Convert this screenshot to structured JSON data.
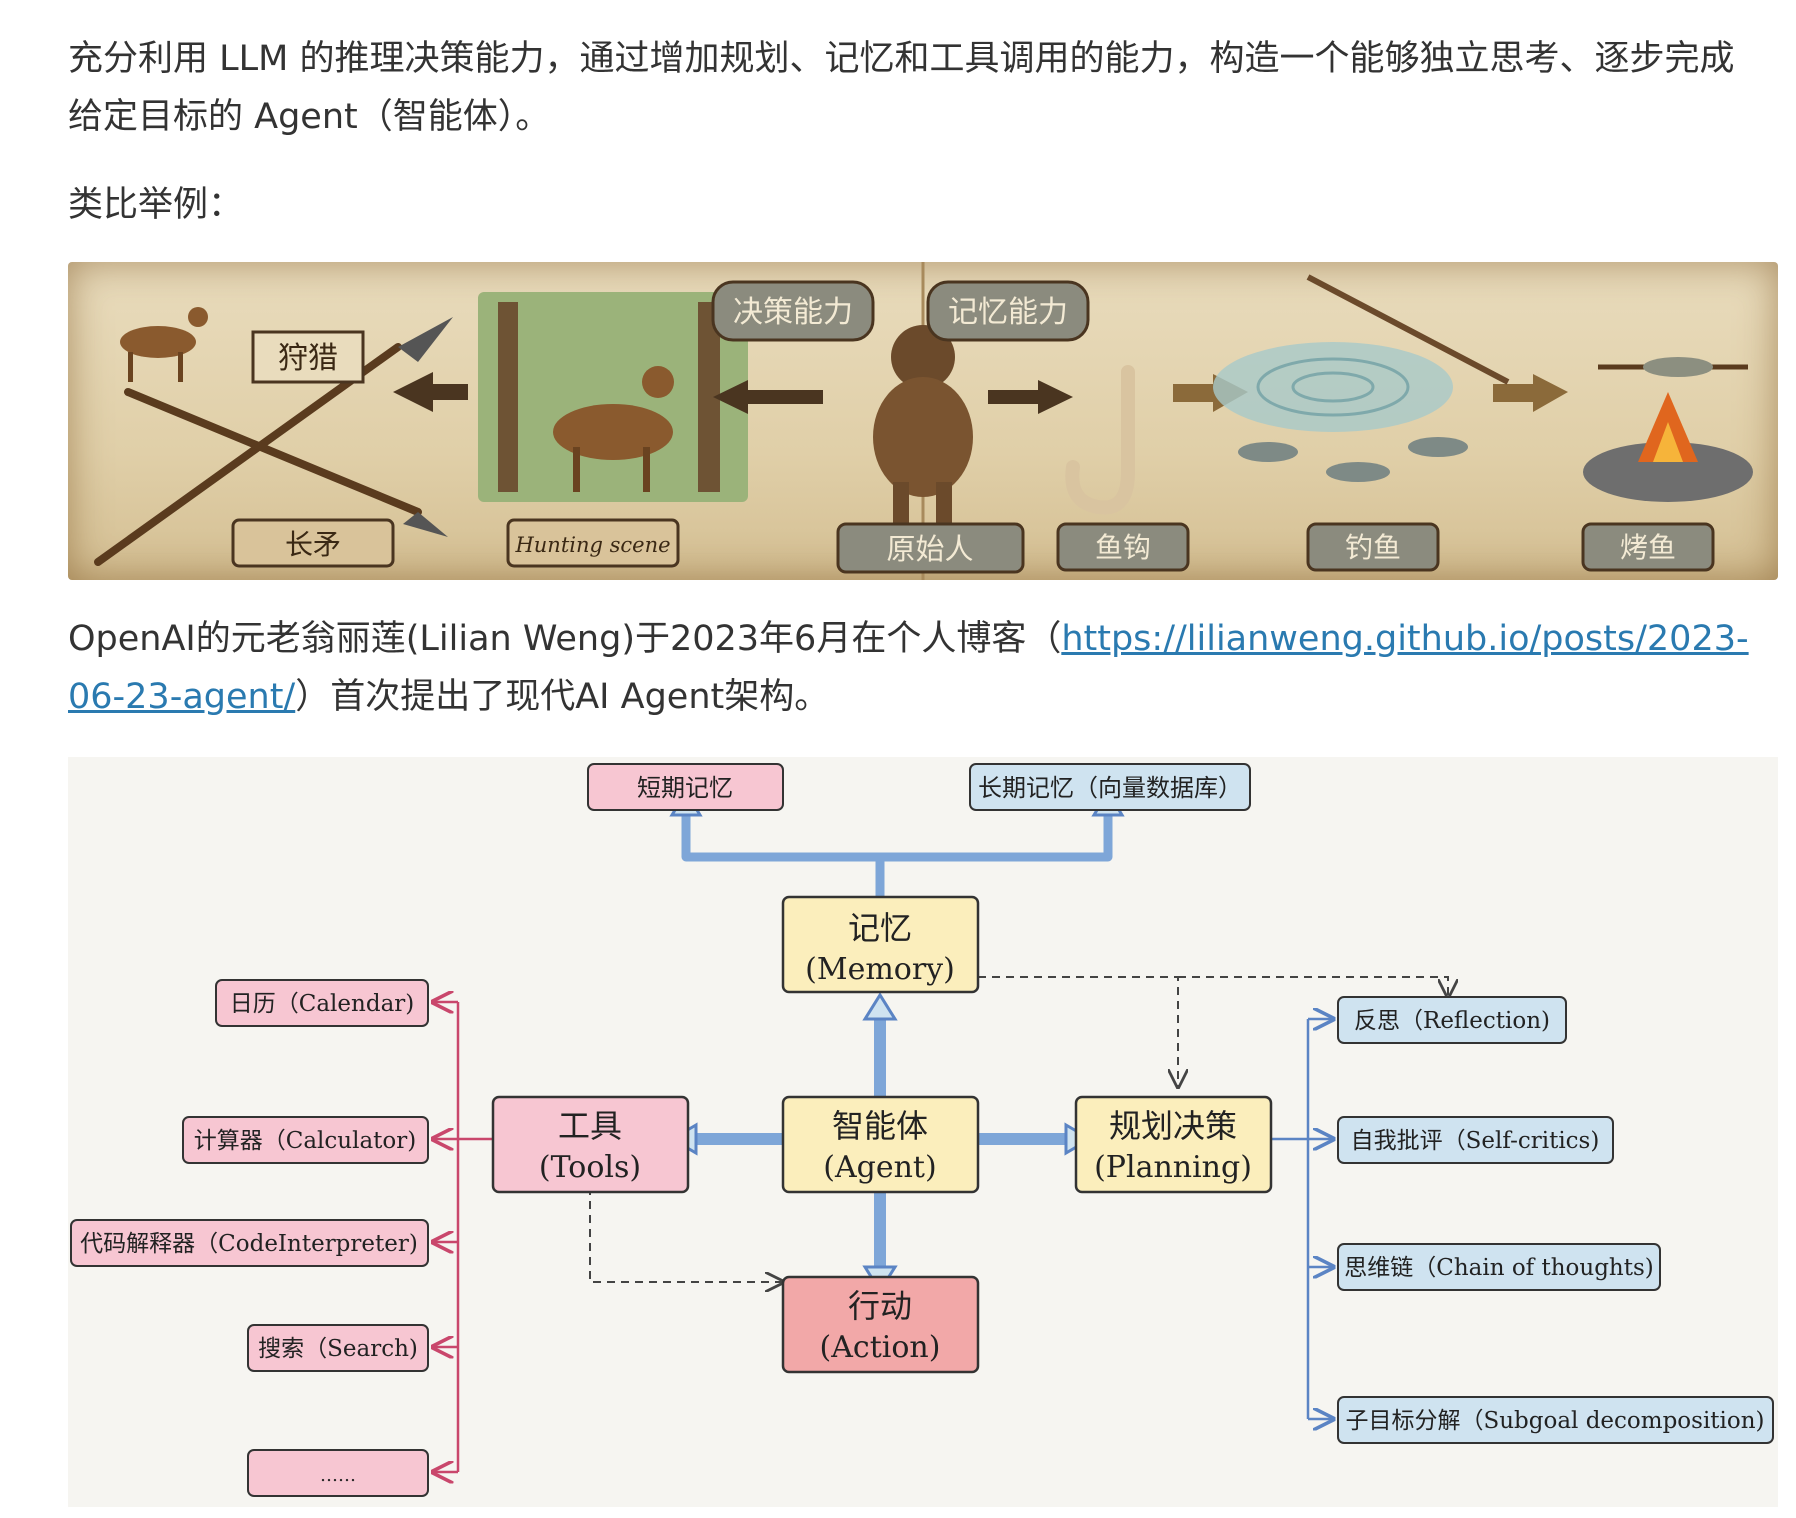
{
  "article": {
    "intro_text": "充分利用 LLM 的推理决策能力，通过增加规划、记忆和工具调用的能力，构造一个能够独立思考、逐步完成给定目标的 Agent（智能体）。",
    "analogy_heading": "类比举例：",
    "source_prefix": "OpenAI的元老翁丽莲(Lilian Weng)于2023年6月在个人博客（",
    "source_link": "https://lilianweng.github.io/posts/2023-06-23-agent/",
    "source_suffix": "）首次提出了现代AI Agent架构。"
  },
  "illustration": {
    "labels": {
      "hunt": "狩猎",
      "spear": "长矛",
      "scene": "Hunting scene",
      "decision": "决策能力",
      "memory": "记忆能力",
      "caveman": "原始人",
      "hook": "鱼钩",
      "fishing": "钓鱼",
      "roast": "烤鱼"
    },
    "colors": {
      "parchment": "#e6d6b2",
      "ink": "#4a3520",
      "plaque": "#8b8b7e"
    }
  },
  "diagram": {
    "nodes": {
      "short_memory": "短期记忆",
      "long_memory": "长期记忆（向量数据库）",
      "memory": [
        "记忆",
        "(Memory)"
      ],
      "agent": [
        "智能体",
        "(Agent)"
      ],
      "tools": [
        "工具",
        "(Tools)"
      ],
      "planning": [
        "规划决策",
        "(Planning)"
      ],
      "action": [
        "行动",
        "(Action)"
      ]
    },
    "tools_items": [
      "日历（Calendar)",
      "计算器（Calculator)",
      "代码解释器（CodeInterpreter)",
      "搜索（Search)",
      "……"
    ],
    "planning_items": [
      "反思（Reflection)",
      "自我批评（Self-critics)",
      "思维链（Chain of thoughts)",
      "子目标分解（Subgoal decomposition)"
    ],
    "colors": {
      "pink": "#f7c6d2",
      "blue": "#cfe3f0",
      "yellow": "#fbeebc",
      "red": "#f2a8a8",
      "pink_line": "#c9476c",
      "blue_line": "#5b84c4",
      "arrow_blue": "#7ea6d8"
    }
  }
}
